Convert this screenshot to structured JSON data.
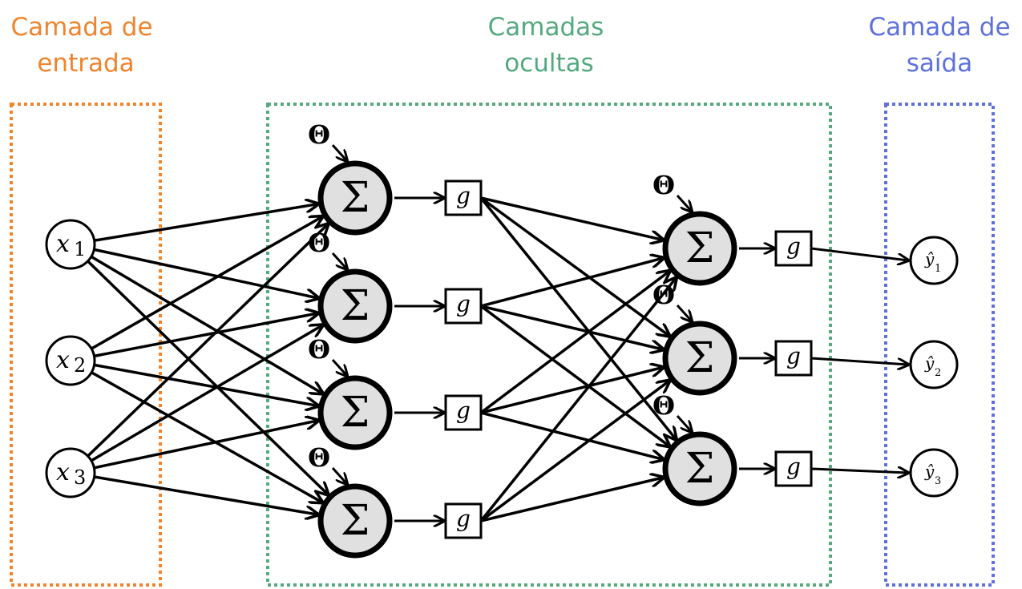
{
  "colors": {
    "input": "#F0842C",
    "hidden": "#55A97E",
    "output": "#5E71DB",
    "stroke": "#000000",
    "sum_fill": "#E0E0E0"
  },
  "sections": {
    "input": {
      "line1": "Camada de",
      "line2": "entrada"
    },
    "hidden": {
      "line1": "Camadas",
      "line2": "ocultas"
    },
    "output": {
      "line1": "Camada de",
      "line2": "saída"
    }
  },
  "inputs": [
    {
      "var": "x",
      "sub": "1"
    },
    {
      "var": "x",
      "sub": "2"
    },
    {
      "var": "x",
      "sub": "3"
    }
  ],
  "hidden_layers": [
    {
      "neurons": 4,
      "sum_symbol": "Σ",
      "bias_symbol": "Θ",
      "activation": "g"
    },
    {
      "neurons": 3,
      "sum_symbol": "Σ",
      "bias_symbol": "Θ",
      "activation": "g"
    }
  ],
  "outputs": [
    {
      "var": "ŷ",
      "sub": "1"
    },
    {
      "var": "ŷ",
      "sub": "2"
    },
    {
      "var": "ŷ",
      "sub": "3"
    }
  ],
  "connections": {
    "inputs_to_hidden1": "fully-connected",
    "hidden1_to_hidden2": "fully-connected",
    "hidden2_to_outputs": "one-to-one"
  }
}
